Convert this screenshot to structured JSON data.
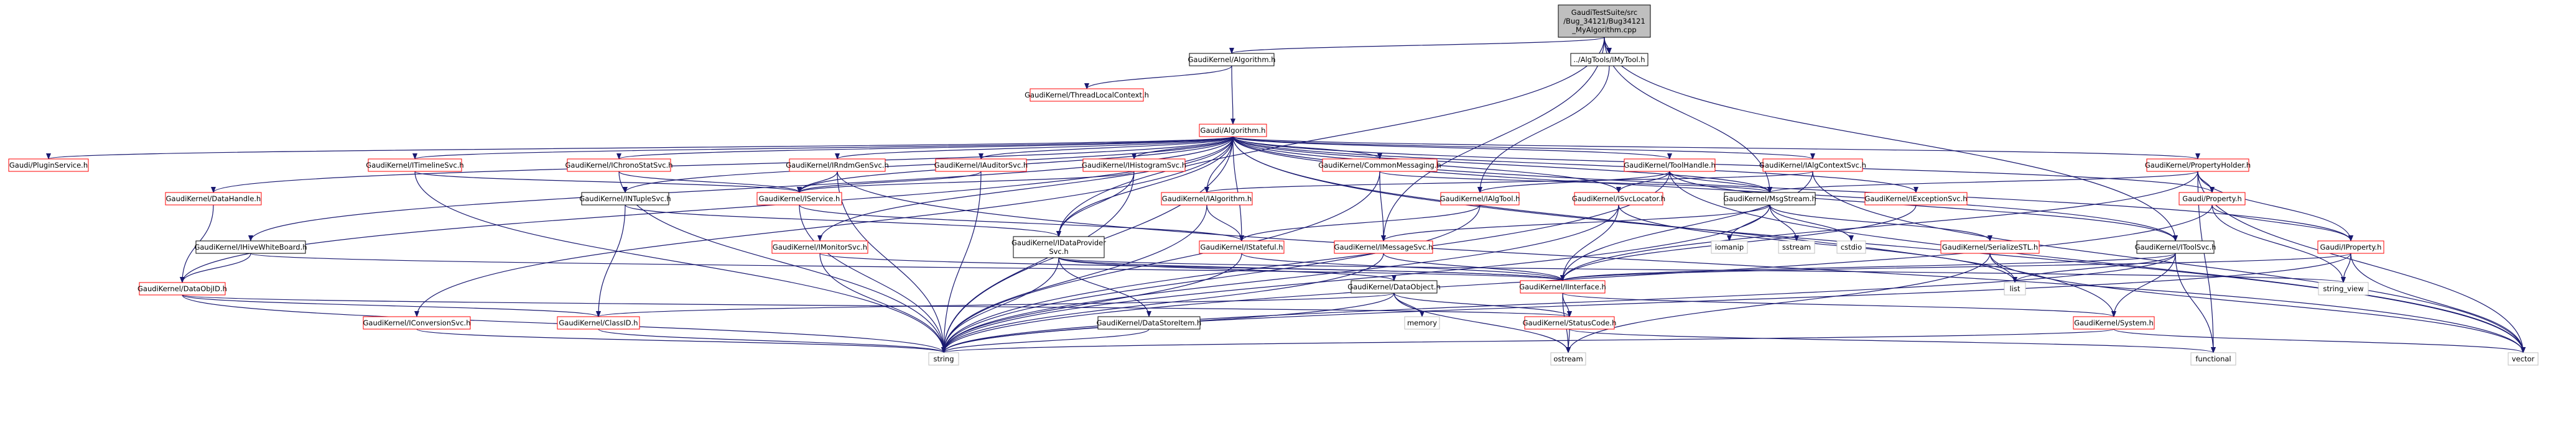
{
  "graph": {
    "colors": {
      "edge": "#191970",
      "root_fill": "#bfbfbf",
      "node_border_documented": "#000000",
      "node_border_undocumented": "#ff0000",
      "node_border_external": "#bfbfbf"
    },
    "nodes": [
      {
        "id": "root",
        "lines": [
          "GaudiTestSuite/src",
          "/Bug_34121/Bug34121",
          "_MyAlgorithm.cpp"
        ],
        "style": "root"
      },
      {
        "id": "kalgorithm",
        "lines": [
          "GaudiKernel/Algorithm.h"
        ],
        "style": "black"
      },
      {
        "id": "myTool",
        "lines": [
          "../AlgTools/IMyTool.h"
        ],
        "style": "black"
      },
      {
        "id": "threadLocal",
        "lines": [
          "GaudiKernel/ThreadLocalContext.h"
        ],
        "style": "red"
      },
      {
        "id": "galgorithm",
        "lines": [
          "Gaudi/Algorithm.h"
        ],
        "style": "red"
      },
      {
        "id": "pluginService",
        "lines": [
          "Gaudi/PluginService.h"
        ],
        "style": "red"
      },
      {
        "id": "itimeline",
        "lines": [
          "GaudiKernel/ITimelineSvc.h"
        ],
        "style": "red"
      },
      {
        "id": "ichrono",
        "lines": [
          "GaudiKernel/IChronoStatSvc.h"
        ],
        "style": "red"
      },
      {
        "id": "irndm",
        "lines": [
          "GaudiKernel/IRndmGenSvc.h"
        ],
        "style": "red"
      },
      {
        "id": "iauditor",
        "lines": [
          "GaudiKernel/IAuditorSvc.h"
        ],
        "style": "red"
      },
      {
        "id": "ihisto",
        "lines": [
          "GaudiKernel/IHistogramSvc.h"
        ],
        "style": "red"
      },
      {
        "id": "commonmsg",
        "lines": [
          "GaudiKernel/CommonMessaging.h"
        ],
        "style": "red"
      },
      {
        "id": "toolhandle",
        "lines": [
          "GaudiKernel/ToolHandle.h"
        ],
        "style": "red"
      },
      {
        "id": "ialgctx",
        "lines": [
          "GaudiKernel/IAlgContextSvc.h"
        ],
        "style": "red"
      },
      {
        "id": "propholder",
        "lines": [
          "GaudiKernel/PropertyHolder.h"
        ],
        "style": "red"
      },
      {
        "id": "datahandle",
        "lines": [
          "GaudiKernel/DataHandle.h"
        ],
        "style": "red"
      },
      {
        "id": "intuple",
        "lines": [
          "GaudiKernel/INTupleSvc.h"
        ],
        "style": "black"
      },
      {
        "id": "iservice",
        "lines": [
          "GaudiKernel/IService.h"
        ],
        "style": "red"
      },
      {
        "id": "ialgorithm",
        "lines": [
          "GaudiKernel/IAlgorithm.h"
        ],
        "style": "red"
      },
      {
        "id": "ialgtool",
        "lines": [
          "GaudiKernel/IAlgTool.h"
        ],
        "style": "red"
      },
      {
        "id": "isvcloc",
        "lines": [
          "GaudiKernel/ISvcLocator.h"
        ],
        "style": "red"
      },
      {
        "id": "imsgstream",
        "lines": [
          "GaudiKernel/MsgStream.h"
        ],
        "style": "black"
      },
      {
        "id": "iexception",
        "lines": [
          "GaudiKernel/IExceptionSvc.h"
        ],
        "style": "red"
      },
      {
        "id": "gproperty",
        "lines": [
          "Gaudi/Property.h"
        ],
        "style": "red"
      },
      {
        "id": "ihivewb",
        "lines": [
          "GaudiKernel/IHiveWhiteBoard.h"
        ],
        "style": "black"
      },
      {
        "id": "imonitor",
        "lines": [
          "GaudiKernel/IMonitorSvc.h"
        ],
        "style": "red"
      },
      {
        "id": "idataprov",
        "lines": [
          "GaudiKernel/IDataProvider",
          "Svc.h"
        ],
        "style": "black"
      },
      {
        "id": "istateful",
        "lines": [
          "GaudiKernel/IStateful.h"
        ],
        "style": "red"
      },
      {
        "id": "imessage",
        "lines": [
          "GaudiKernel/IMessageSvc.h"
        ],
        "style": "red"
      },
      {
        "id": "iomanip",
        "lines": [
          "iomanip"
        ],
        "style": "grey"
      },
      {
        "id": "sstream",
        "lines": [
          "sstream"
        ],
        "style": "grey"
      },
      {
        "id": "cstdio",
        "lines": [
          "cstdio"
        ],
        "style": "grey"
      },
      {
        "id": "serialize",
        "lines": [
          "GaudiKernel/SerializeSTL.h"
        ],
        "style": "red"
      },
      {
        "id": "itoolsvc",
        "lines": [
          "GaudiKernel/IToolSvc.h"
        ],
        "style": "black"
      },
      {
        "id": "iproperty",
        "lines": [
          "Gaudi/IProperty.h"
        ],
        "style": "red"
      },
      {
        "id": "dataobjid",
        "lines": [
          "GaudiKernel/DataObjID.h"
        ],
        "style": "red"
      },
      {
        "id": "dataobject",
        "lines": [
          "GaudiKernel/DataObject.h"
        ],
        "style": "black"
      },
      {
        "id": "iinterface",
        "lines": [
          "GaudiKernel/IInterface.h"
        ],
        "style": "red"
      },
      {
        "id": "list",
        "lines": [
          "list"
        ],
        "style": "grey"
      },
      {
        "id": "stringview",
        "lines": [
          "string_view"
        ],
        "style": "grey"
      },
      {
        "id": "iconversion",
        "lines": [
          "GaudiKernel/IConversionSvc.h"
        ],
        "style": "red"
      },
      {
        "id": "classid",
        "lines": [
          "GaudiKernel/ClassID.h"
        ],
        "style": "red"
      },
      {
        "id": "datastore",
        "lines": [
          "GaudiKernel/DataStoreItem.h"
        ],
        "style": "black"
      },
      {
        "id": "memory",
        "lines": [
          "memory"
        ],
        "style": "grey"
      },
      {
        "id": "statuscode",
        "lines": [
          "GaudiKernel/StatusCode.h"
        ],
        "style": "red"
      },
      {
        "id": "system",
        "lines": [
          "GaudiKernel/System.h"
        ],
        "style": "red"
      },
      {
        "id": "functional",
        "lines": [
          "functional"
        ],
        "style": "grey"
      },
      {
        "id": "vector",
        "lines": [
          "vector"
        ],
        "style": "grey"
      },
      {
        "id": "string",
        "lines": [
          "string"
        ],
        "style": "grey"
      },
      {
        "id": "ostream",
        "lines": [
          "ostream"
        ],
        "style": "grey"
      }
    ],
    "edges": [
      [
        "root",
        "kalgorithm"
      ],
      [
        "root",
        "myTool"
      ],
      [
        "root",
        "idataprov"
      ],
      [
        "root",
        "imessage"
      ],
      [
        "root",
        "itoolsvc"
      ],
      [
        "root",
        "imsgstream"
      ],
      [
        "kalgorithm",
        "threadLocal"
      ],
      [
        "kalgorithm",
        "galgorithm"
      ],
      [
        "myTool",
        "ialgtool"
      ],
      [
        "galgorithm",
        "pluginService"
      ],
      [
        "galgorithm",
        "itimeline"
      ],
      [
        "galgorithm",
        "ichrono"
      ],
      [
        "galgorithm",
        "irndm"
      ],
      [
        "galgorithm",
        "iauditor"
      ],
      [
        "galgorithm",
        "ihisto"
      ],
      [
        "galgorithm",
        "commonmsg"
      ],
      [
        "galgorithm",
        "toolhandle"
      ],
      [
        "galgorithm",
        "ialgctx"
      ],
      [
        "galgorithm",
        "propholder"
      ],
      [
        "galgorithm",
        "datahandle"
      ],
      [
        "galgorithm",
        "intuple"
      ],
      [
        "galgorithm",
        "iservice"
      ],
      [
        "galgorithm",
        "ialgorithm"
      ],
      [
        "galgorithm",
        "isvcloc"
      ],
      [
        "galgorithm",
        "iexception"
      ],
      [
        "galgorithm",
        "gproperty"
      ],
      [
        "galgorithm",
        "ihivewb"
      ],
      [
        "galgorithm",
        "imonitor"
      ],
      [
        "galgorithm",
        "idataprov"
      ],
      [
        "galgorithm",
        "istateful"
      ],
      [
        "galgorithm",
        "iconversion"
      ],
      [
        "galgorithm",
        "dataobjid"
      ],
      [
        "galgorithm",
        "iproperty"
      ],
      [
        "galgorithm",
        "system"
      ],
      [
        "galgorithm",
        "vector"
      ],
      [
        "galgorithm",
        "string"
      ],
      [
        "galgorithm",
        "itoolsvc"
      ],
      [
        "galgorithm",
        "imsgstream"
      ],
      [
        "itimeline",
        "iservice"
      ],
      [
        "itimeline",
        "string"
      ],
      [
        "ichrono",
        "iservice"
      ],
      [
        "ichrono",
        "string"
      ],
      [
        "irndm",
        "iservice"
      ],
      [
        "irndm",
        "string"
      ],
      [
        "irndm",
        "vector"
      ],
      [
        "iauditor",
        "iservice"
      ],
      [
        "iauditor",
        "string"
      ],
      [
        "ihisto",
        "idataprov"
      ],
      [
        "ihisto",
        "string"
      ],
      [
        "ihisto",
        "iservice"
      ],
      [
        "commonmsg",
        "imessage"
      ],
      [
        "commonmsg",
        "imsgstream"
      ],
      [
        "commonmsg",
        "string"
      ],
      [
        "toolhandle",
        "ialgtool"
      ],
      [
        "toolhandle",
        "isvcloc"
      ],
      [
        "toolhandle",
        "itoolsvc"
      ],
      [
        "toolhandle",
        "imsgstream"
      ],
      [
        "toolhandle",
        "vector"
      ],
      [
        "toolhandle",
        "string"
      ],
      [
        "ialgctx",
        "iinterface"
      ],
      [
        "ialgctx",
        "vector"
      ],
      [
        "ialgctx",
        "ialgorithm"
      ],
      [
        "propholder",
        "gproperty"
      ],
      [
        "propholder",
        "iproperty"
      ],
      [
        "propholder",
        "imsgstream"
      ],
      [
        "propholder",
        "functional"
      ],
      [
        "propholder",
        "vector"
      ],
      [
        "propholder",
        "iinterface"
      ],
      [
        "datahandle",
        "dataobjid"
      ],
      [
        "intuple",
        "idataprov"
      ],
      [
        "intuple",
        "classid"
      ],
      [
        "iservice",
        "istateful"
      ],
      [
        "iservice",
        "string"
      ],
      [
        "ialgorithm",
        "istateful"
      ],
      [
        "ialgorithm",
        "string"
      ],
      [
        "ialgtool",
        "istateful"
      ],
      [
        "ialgtool",
        "string"
      ],
      [
        "isvcloc",
        "iinterface"
      ],
      [
        "isvcloc",
        "string"
      ],
      [
        "isvcloc",
        "list"
      ],
      [
        "imsgstream",
        "imessage"
      ],
      [
        "imsgstream",
        "iomanip"
      ],
      [
        "imsgstream",
        "sstream"
      ],
      [
        "imsgstream",
        "cstdio"
      ],
      [
        "imsgstream",
        "serialize"
      ],
      [
        "imsgstream",
        "string"
      ],
      [
        "iexception",
        "iinterface"
      ],
      [
        "gproperty",
        "iproperty"
      ],
      [
        "gproperty",
        "string"
      ],
      [
        "gproperty",
        "stringview"
      ],
      [
        "ihivewb",
        "iinterface"
      ],
      [
        "ihivewb",
        "dataobjid"
      ],
      [
        "imonitor",
        "iinterface"
      ],
      [
        "imonitor",
        "string"
      ],
      [
        "idataprov",
        "iinterface"
      ],
      [
        "idataprov",
        "dataobject"
      ],
      [
        "idataprov",
        "datastore"
      ],
      [
        "idataprov",
        "string"
      ],
      [
        "idataprov",
        "stringview"
      ],
      [
        "istateful",
        "iinterface"
      ],
      [
        "istateful",
        "string"
      ],
      [
        "imessage",
        "iinterface"
      ],
      [
        "imessage",
        "string"
      ],
      [
        "serialize",
        "list"
      ],
      [
        "serialize",
        "vector"
      ],
      [
        "serialize",
        "ostream"
      ],
      [
        "itoolsvc",
        "iinterface"
      ],
      [
        "itoolsvc",
        "list"
      ],
      [
        "itoolsvc",
        "system"
      ],
      [
        "itoolsvc",
        "string"
      ],
      [
        "itoolsvc",
        "functional"
      ],
      [
        "iproperty",
        "iinterface"
      ],
      [
        "iproperty",
        "string"
      ],
      [
        "iproperty",
        "stringview"
      ],
      [
        "iproperty",
        "vector"
      ],
      [
        "dataobjid",
        "classid"
      ],
      [
        "dataobjid",
        "string"
      ],
      [
        "dataobjid",
        "statuscode"
      ],
      [
        "dataobject",
        "classid"
      ],
      [
        "dataobject",
        "statuscode"
      ],
      [
        "dataobject",
        "memory"
      ],
      [
        "dataobject",
        "string"
      ],
      [
        "dataobject",
        "ostream"
      ],
      [
        "iinterface",
        "statuscode"
      ],
      [
        "iinterface",
        "system"
      ],
      [
        "iinterface",
        "ostream"
      ],
      [
        "iconversion",
        "string"
      ],
      [
        "classid",
        "string"
      ],
      [
        "datastore",
        "string"
      ],
      [
        "statuscode",
        "ostream"
      ],
      [
        "statuscode",
        "functional"
      ],
      [
        "system",
        "string"
      ],
      [
        "system",
        "vector"
      ]
    ]
  }
}
